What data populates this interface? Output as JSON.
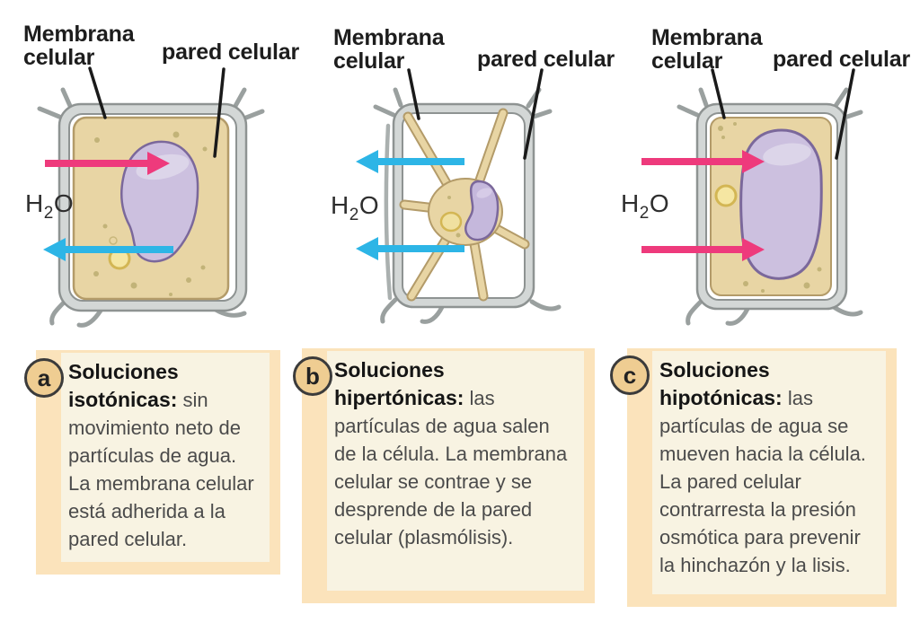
{
  "colors": {
    "water_in_arrow": "#ee3a7c",
    "water_out_arrow": "#2db5e6",
    "cell_wall": "#d3d7d6",
    "cytoplasm": "#e8d5a4",
    "vacuole": "#ccc0df",
    "caption_frame": "#fbe3bb",
    "caption_fill": "#f8f3e2",
    "badge_fill": "#efcd92"
  },
  "water": {
    "symbol": "H",
    "subscript": "2",
    "suffix": "O"
  },
  "panels": [
    {
      "badge": "a",
      "membrane_label": "Membrana celular",
      "wall_label": "pared celular",
      "caption": {
        "title": "Soluciones isotónicas:",
        "body": "sin movimiento neto de partículas de agua. La membrana celular está adherida a la pared celular."
      }
    },
    {
      "badge": "b",
      "membrane_label": "Membrana celular",
      "wall_label": "pared celular",
      "caption": {
        "title": "Soluciones hipertónicas:",
        "body": "las partículas de agua salen de la célula. La membrana celular se contrae y se desprende de la pared celular (plasmólisis)."
      }
    },
    {
      "badge": "c",
      "membrane_label": "Membrana celular",
      "wall_label": "pared celular",
      "caption": {
        "title": "Soluciones hipotónicas:",
        "body": "las partículas de agua se mueven hacia la célula. La pared celular contrarresta la presión osmótica para prevenir la hinchazón y la lisis."
      }
    }
  ]
}
